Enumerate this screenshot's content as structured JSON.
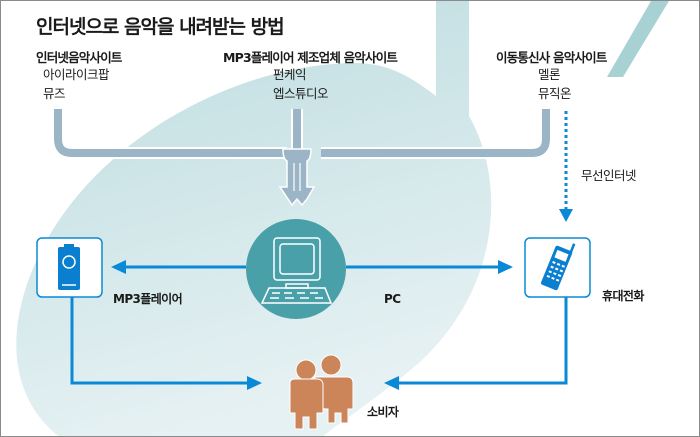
{
  "title": "인터넷으로 음악을 내려받는 방법",
  "sources": [
    {
      "heading": "인터넷음악사이트",
      "items": [
        "아이라이크팝",
        "뮤즈"
      ]
    },
    {
      "heading": "MP3플레이어 제조업체 음악사이트",
      "items": [
        "펀케익",
        "엡스튜디오"
      ]
    },
    {
      "heading": "이동통신사 음악사이트",
      "items": [
        "멜론",
        "뮤직온"
      ]
    }
  ],
  "nodes": {
    "pc": {
      "label": "PC",
      "icon": "computer-icon"
    },
    "mp3": {
      "label": "MP3플레이어",
      "icon": "mp3-player-icon"
    },
    "phone": {
      "label": "휴대전화",
      "icon": "mobile-phone-icon"
    },
    "consumer": {
      "label": "소비자",
      "icon": "people-icon"
    }
  },
  "edges": [
    {
      "from": "인터넷음악사이트",
      "to": "PC",
      "style": "merged-pipe"
    },
    {
      "from": "MP3플레이어 제조업체 음악사이트",
      "to": "PC",
      "style": "merged-pipe"
    },
    {
      "from": "이동통신사 음악사이트",
      "to": "PC",
      "style": "merged-pipe"
    },
    {
      "from": "이동통신사 음악사이트",
      "to": "휴대전화",
      "style": "dotted",
      "label": "무선인터넷"
    },
    {
      "from": "PC",
      "to": "MP3플레이어",
      "style": "solid"
    },
    {
      "from": "PC",
      "to": "휴대전화",
      "style": "solid"
    },
    {
      "from": "MP3플레이어",
      "to": "소비자",
      "style": "solid"
    },
    {
      "from": "휴대전화",
      "to": "소비자",
      "style": "solid"
    }
  ],
  "colors": {
    "background_blob": "#c4e0e2",
    "pipe": "#9bb4c6",
    "arrow": "#0a8ad6",
    "pc_circle": "#4aa0a8",
    "device_icon": "#0a7fd0",
    "people": "#cc8558"
  }
}
